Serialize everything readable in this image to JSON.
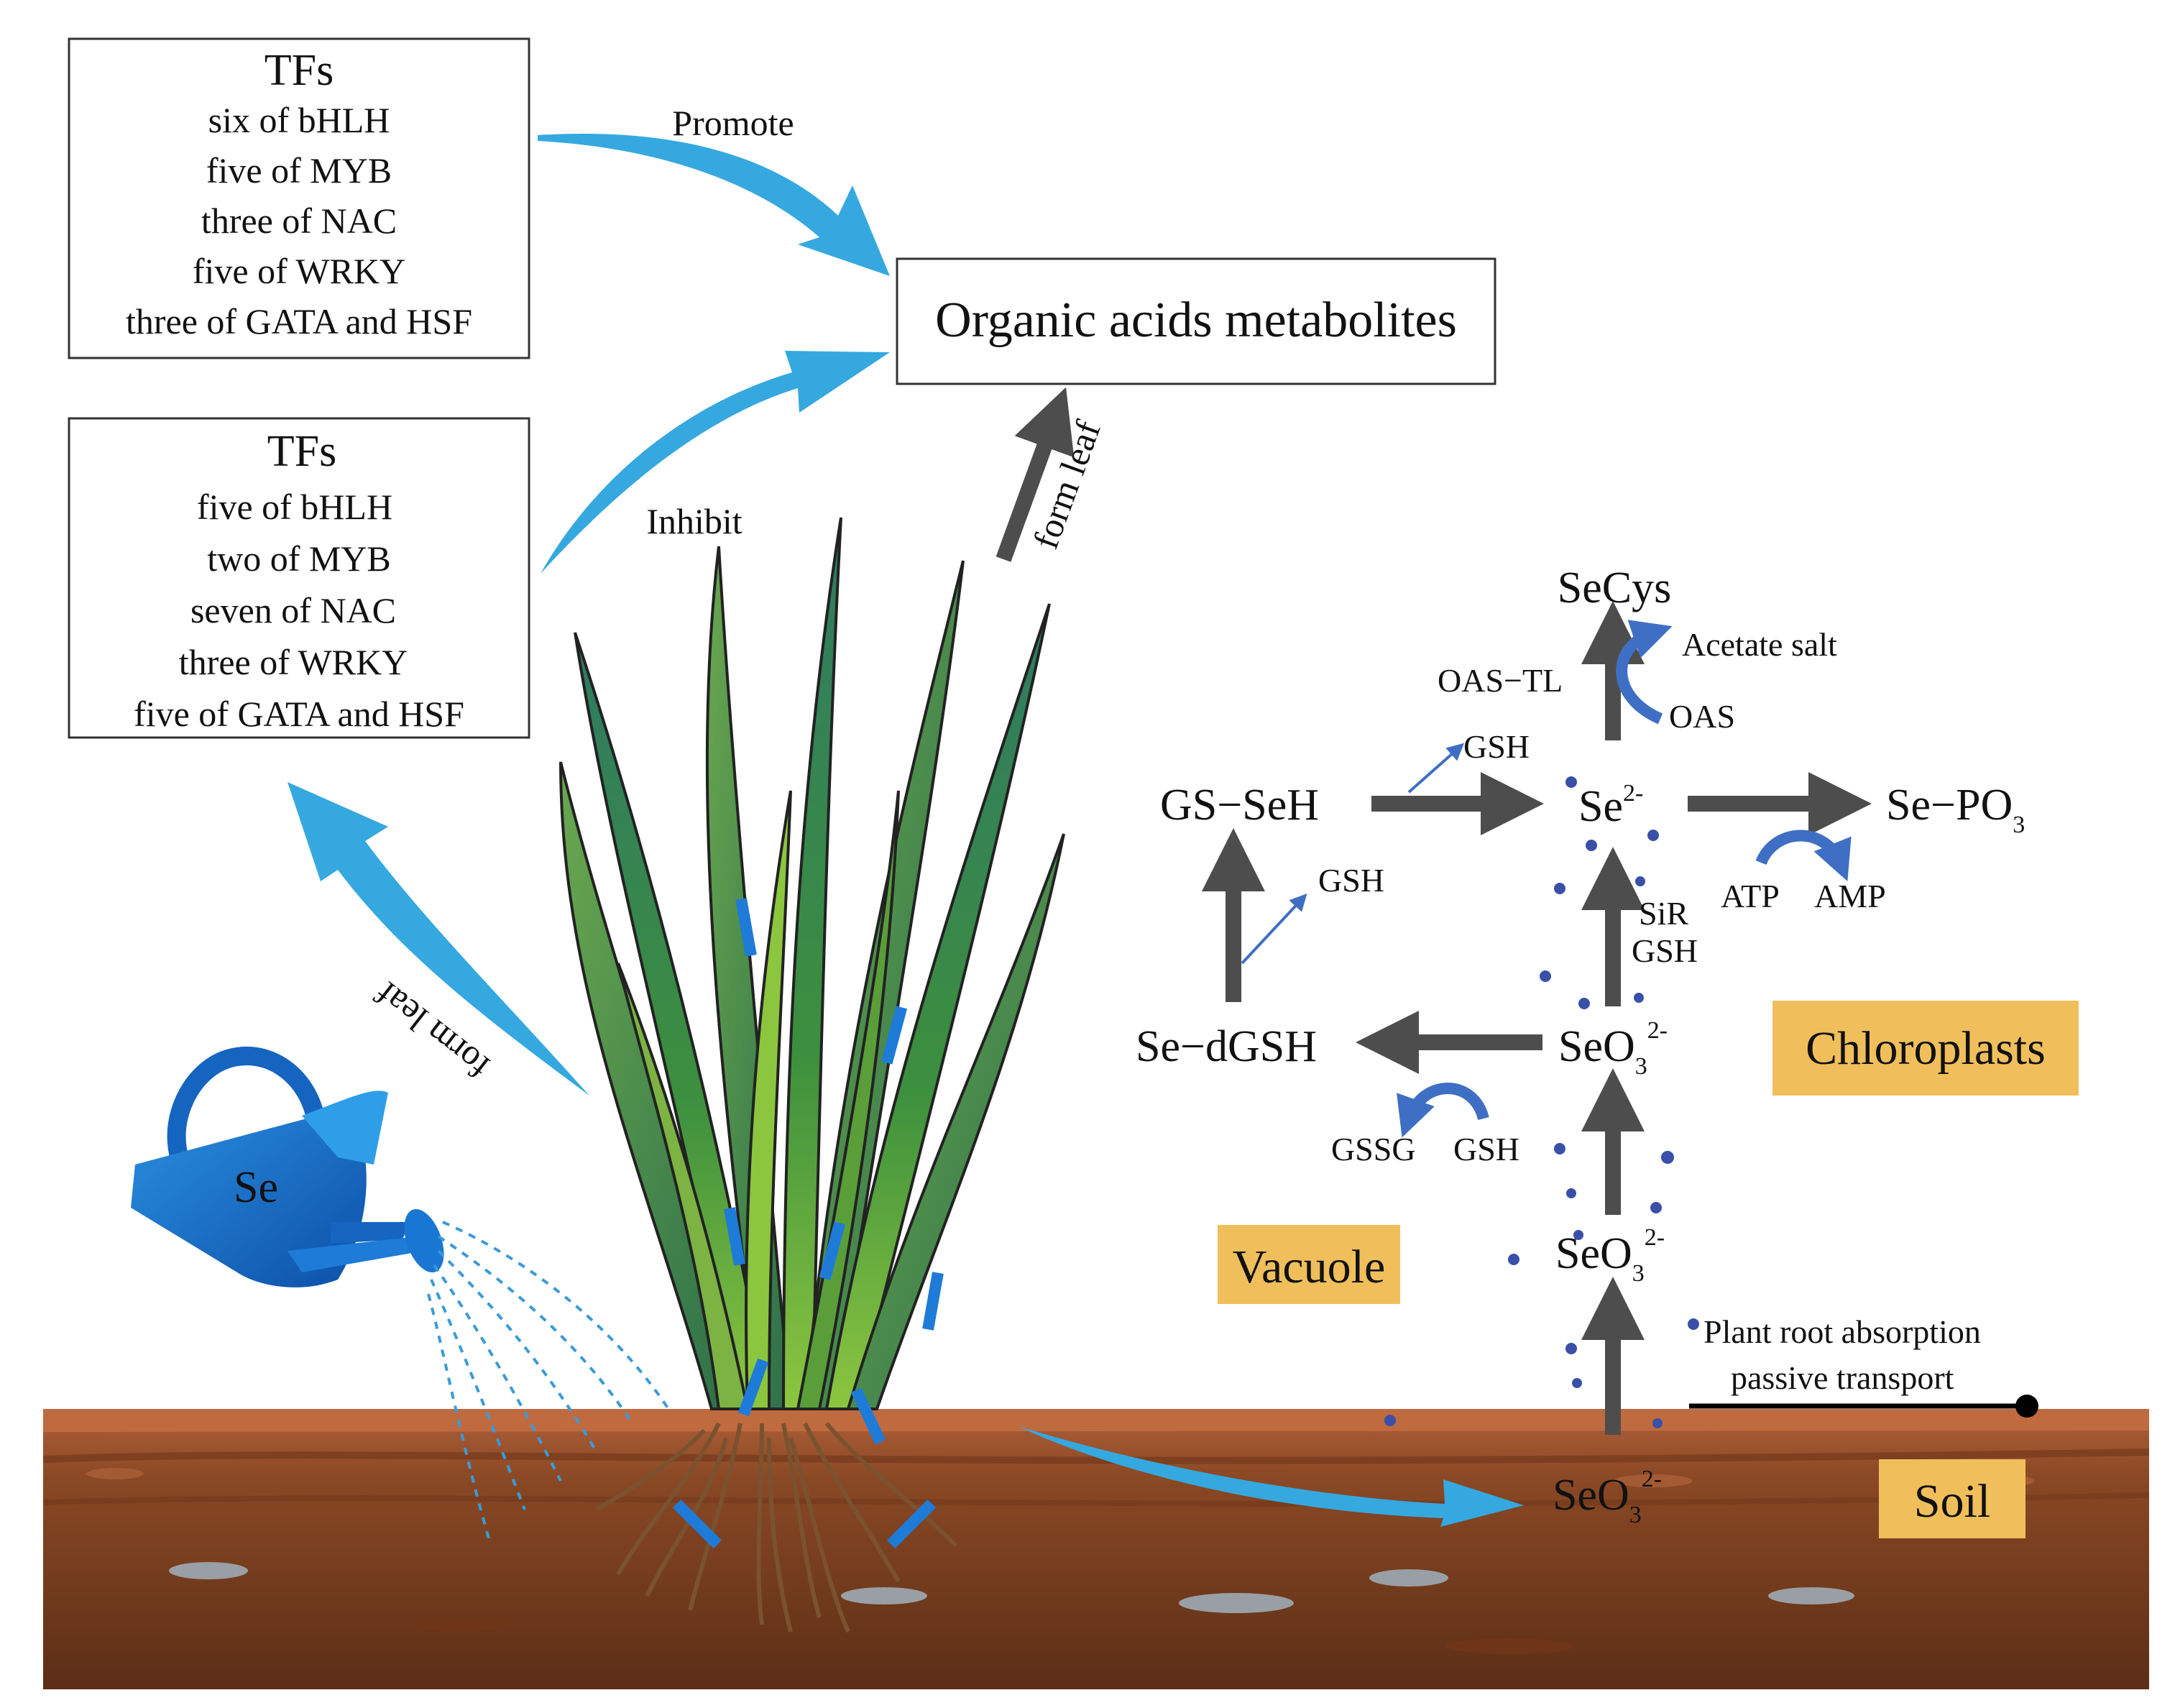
{
  "tf_box_promote": {
    "title": "TFs",
    "lines": [
      "six of bHLH",
      "five of MYB",
      "three of NAC",
      "five of WRKY",
      "three  of GATA and HSF"
    ]
  },
  "tf_box_inhibit": {
    "title": "TFs",
    "lines": [
      "five of bHLH",
      "two of MYB",
      "seven of NAC",
      "three of WRKY",
      "five  of GATA and HSF"
    ]
  },
  "arrow_labels": {
    "promote": "Promote",
    "inhibit": "Inhibit",
    "form_leaf_up": "form leaf",
    "form_leaf_tf": "form leaf"
  },
  "target_box": "Organic acids metabolites",
  "watering_can_label": "Se",
  "pathway": {
    "secys": "SeCys",
    "acetate_salt": "Acetate salt",
    "oas_tl": "OAS−TL",
    "oas": "OAS",
    "gsh_top": "GSH",
    "gs_seh": "GS−SeH",
    "se2": {
      "base": "Se",
      "sup": "2-"
    },
    "se_po3": {
      "base": "Se−PO",
      "sub": "3"
    },
    "atp": "ATP",
    "amp": "AMP",
    "gsh_left": "GSH",
    "sir": "SiR",
    "sir_gsh": "GSH",
    "se_dgsh": "Se−dGSH",
    "seo3_chloro": {
      "base": "SeO",
      "sub": "3",
      "sup": "2-"
    },
    "gssg": "GSSG",
    "gsh_bottom": "GSH",
    "seo3_vacuole": {
      "base": "SeO",
      "sub": "3",
      "sup": "2-"
    },
    "seo3_soil": {
      "base": "SeO",
      "sub": "3",
      "sup": "2-"
    }
  },
  "compartments": {
    "chloroplasts": "Chloroplasts",
    "vacuole": "Vacuole",
    "soil": "Soil"
  },
  "legend": {
    "line1": "Plant root absorption",
    "line2": "passive transport"
  },
  "colors": {
    "blue_arrow": "#35a8e0",
    "dark_arrow": "#4d4d4d",
    "label_bg": "#f0bf5c",
    "curved_arrow": "#3f6fc4",
    "leaf_dark": "#2e6b3c",
    "leaf_light": "#7cb342",
    "soil": "#8a4a23"
  }
}
